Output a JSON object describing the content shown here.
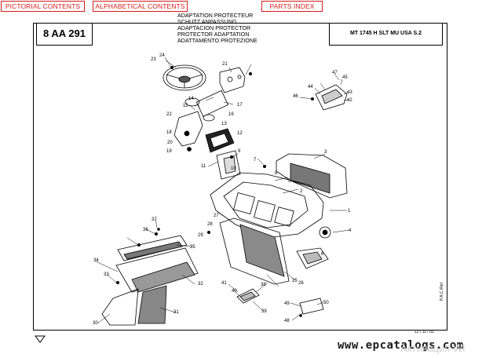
{
  "nav": {
    "pictorial": "PICTORIAL CONTENTS",
    "alphabetical": "ALPHABETICAL CONTENTS",
    "parts_index": "PARTS INDEX"
  },
  "header": {
    "code": "8 AA 291",
    "titles": [
      "ADAPTATION PROTECTEUR",
      "SCHUTZ ANPASSUNG",
      "ADAPTACION PROTECTOR",
      "PROTECTOR ADAPTATION",
      "ADATTAMENTO PROTEZIONE"
    ],
    "model": "MT 1745 H SLT MU USA S.2"
  },
  "footer": {
    "date": "12 / 11 / 03",
    "side_ref": "P.A.C./Ref.",
    "url": "www.epcatalogs.com",
    "watermark": "Активация Wi"
  },
  "callouts": [
    "1",
    "2",
    "3",
    "4",
    "5",
    "6",
    "7",
    "8",
    "9",
    "10",
    "11",
    "12",
    "13",
    "14",
    "15",
    "16",
    "17",
    "18",
    "19",
    "20",
    "21",
    "22",
    "23",
    "24",
    "25",
    "26",
    "27",
    "28",
    "29",
    "30",
    "31",
    "32",
    "33",
    "34",
    "35",
    "36",
    "37",
    "38",
    "39",
    "40",
    "41",
    "42",
    "43",
    "44",
    "45",
    "46",
    "47",
    "48",
    "49",
    "50"
  ]
}
